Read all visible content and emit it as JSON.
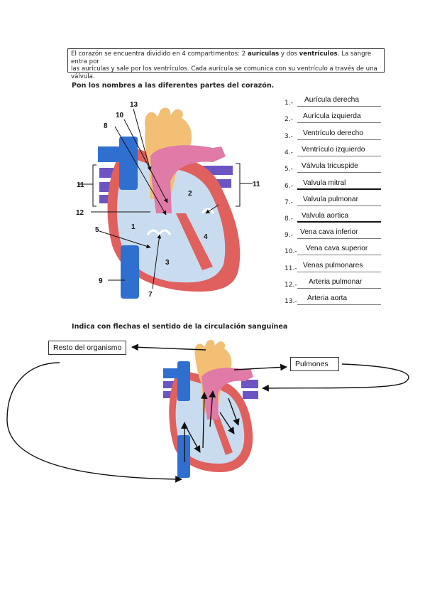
{
  "intro": {
    "line1_a": "El corazón se encuentra dividido en 4 compartimentos: 2 ",
    "line1_b": "aurículas",
    "line1_c": " y dos ",
    "line1_d": "ventrículos",
    "line1_e": ". La sangre entra por",
    "line2": "las aurículas y sale por los ventrículos. Cada aurícula se comunica con su ventrículo a través de una",
    "line3": "válvula."
  },
  "section1": {
    "title": "Pon los nombres a las diferentes partes del corazón."
  },
  "diagram1": {
    "labels": [
      "1",
      "2",
      "3",
      "4",
      "5",
      "7",
      "8",
      "9",
      "10",
      "11",
      "11",
      "12",
      "13"
    ]
  },
  "answers": [
    {
      "num": "1.-",
      "text": "Aurícula derecha"
    },
    {
      "num": "2.-",
      "text": "Aurícula izquierda"
    },
    {
      "num": "3.-",
      "text": "Ventrículo derecho"
    },
    {
      "num": "4.-",
      "text": "Ventrículo izquierdo"
    },
    {
      "num": "5.-",
      "text": "Válvula tricuspide"
    },
    {
      "num": "6.-",
      "text": "Valvula mitral"
    },
    {
      "num": "7.-",
      "text": "Valvula pulmonar"
    },
    {
      "num": "8.-",
      "text": "Valvula aortica"
    },
    {
      "num": "9.-",
      "text": "Vena cava inferior"
    },
    {
      "num": "10.-",
      "text": "Vena cava superior"
    },
    {
      "num": "11.-",
      "text": "Venas pulmonares"
    },
    {
      "num": "12.-",
      "text": "Arteria pulmonar"
    },
    {
      "num": "13.-",
      "text": "Arteria aorta"
    }
  ],
  "section2": {
    "title": "Indica con flechas el sentido de la circulación sanguínea"
  },
  "diagram2": {
    "resto_label": "Resto del organismo",
    "pulmones_label": "Pulmones"
  },
  "colors": {
    "heart_wall": "#e0605e",
    "chamber": "#c9dcef",
    "aorta": "#f2bf74",
    "pulmonary_artery": "#e07aa6",
    "vena_cava": "#2f6fd0",
    "pulmonary_veins": "#6c55c2"
  }
}
